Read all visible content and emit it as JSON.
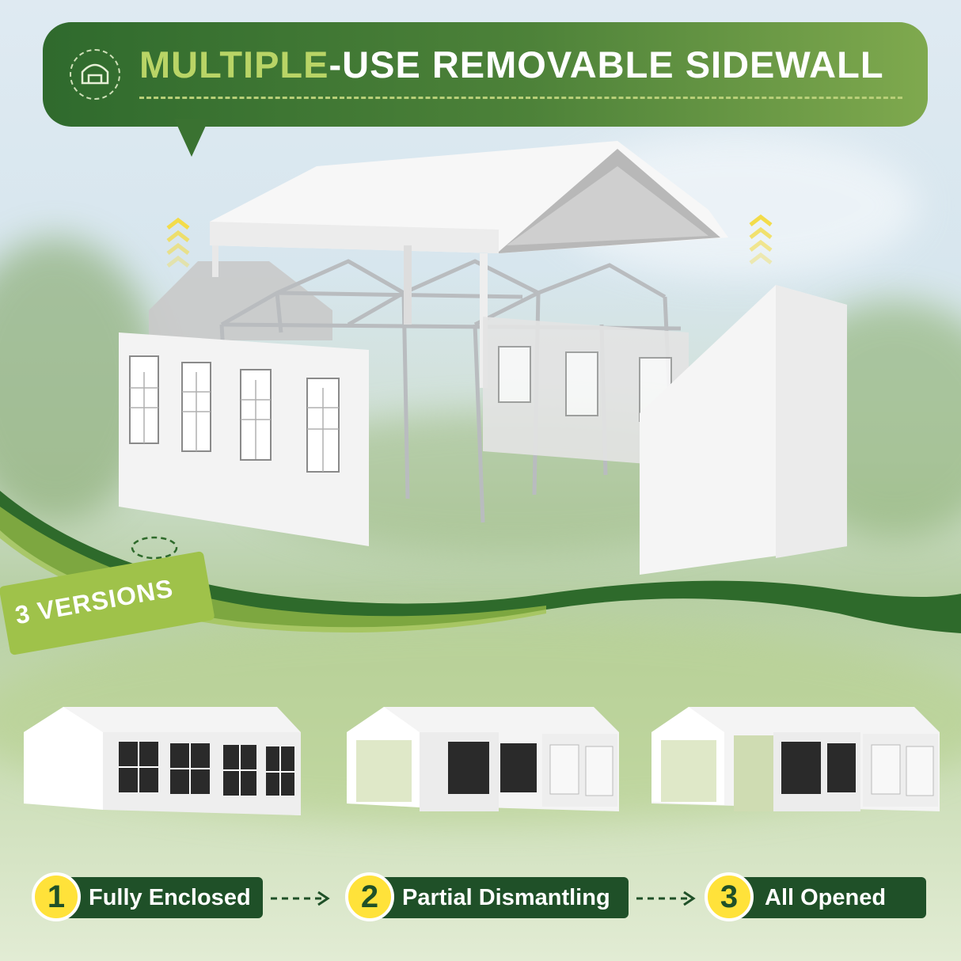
{
  "banner": {
    "title_highlight": "MULTIPLE",
    "title_rest": "-USE REMOVABLE SIDEWALL",
    "icon": "tent-outline-icon"
  },
  "versions_tag": {
    "label": "3 VERSIONS"
  },
  "steps": [
    {
      "number": "1",
      "label": "Fully Enclosed"
    },
    {
      "number": "2",
      "label": "Partial Dismantling"
    },
    {
      "number": "3",
      "label": "All Opened"
    }
  ],
  "colors": {
    "dark_green": "#1f5028",
    "banner_green": "#3a7231",
    "accent_green": "#b9d466",
    "tag_green": "#9fc24a",
    "number_yellow": "#ffe23a",
    "arrow_yellow": "#f3dc4a"
  },
  "icons": [
    "tent-outline-icon",
    "up-chevrons-icon",
    "dashed-arrow-icon"
  ]
}
